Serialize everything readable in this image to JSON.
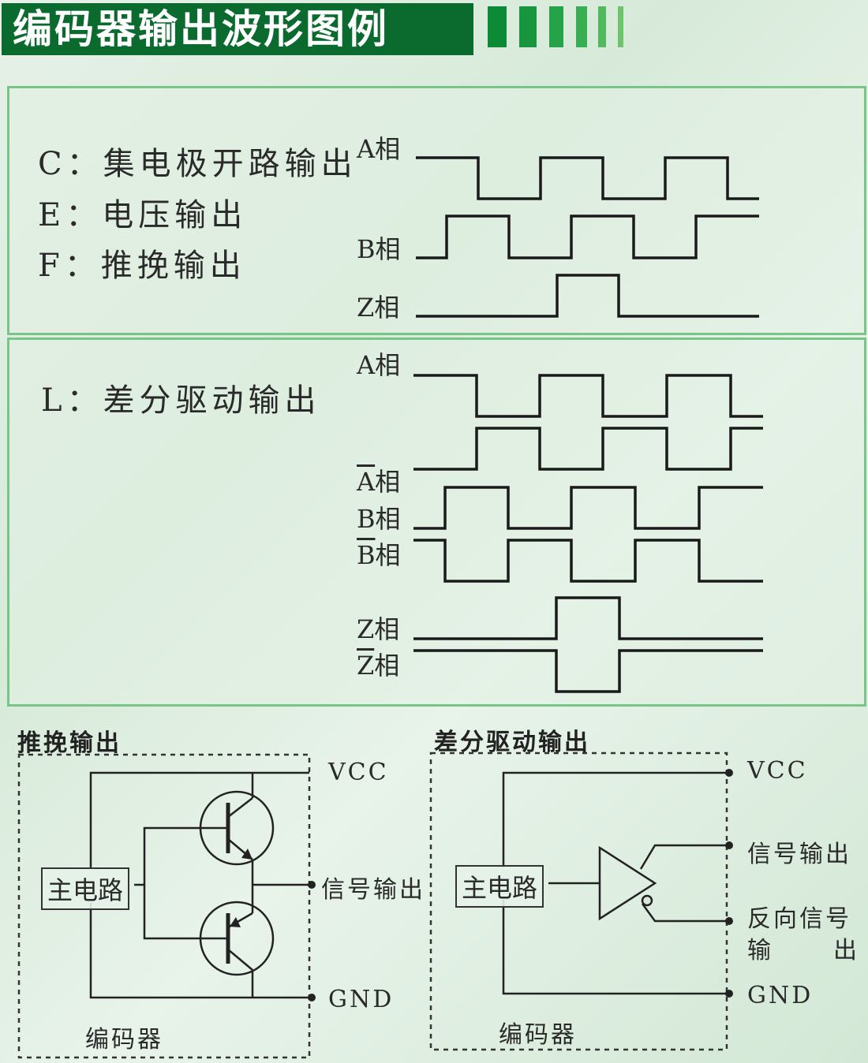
{
  "title": "编码器输出波形图例",
  "stripe_color": "#0f8a3a",
  "section1": {
    "labels": [
      "C：集电极开路输出",
      "E：电压输出",
      "F：推挽输出"
    ],
    "phases": [
      "A相",
      "B相",
      "Z相"
    ]
  },
  "section2": {
    "label": "L：差分驱动输出",
    "phase_a": "A相",
    "phase_a_bar_letter": "A",
    "phase_a_bar_suffix": "相",
    "phase_b": "B相",
    "phase_b_bar_letter": "B",
    "phase_b_bar_suffix": "相",
    "phase_z": "Z相",
    "phase_z_bar_letter": "Z",
    "phase_z_bar_suffix": "相"
  },
  "push_pull": {
    "title": "推挽输出",
    "main_circuit": "主电路",
    "vcc": "VCC",
    "signal_out": "信号输出",
    "gnd": "GND",
    "encoder": "编码器"
  },
  "differential": {
    "title": "差分驱动输出",
    "main_circuit": "主电路",
    "vcc": "VCC",
    "signal_out": "信号输出",
    "inverse_signal_line1": "反向信号",
    "inverse_signal_line2_left": "输",
    "inverse_signal_line2_right": "出",
    "gnd": "GND",
    "encoder": "编码器"
  }
}
